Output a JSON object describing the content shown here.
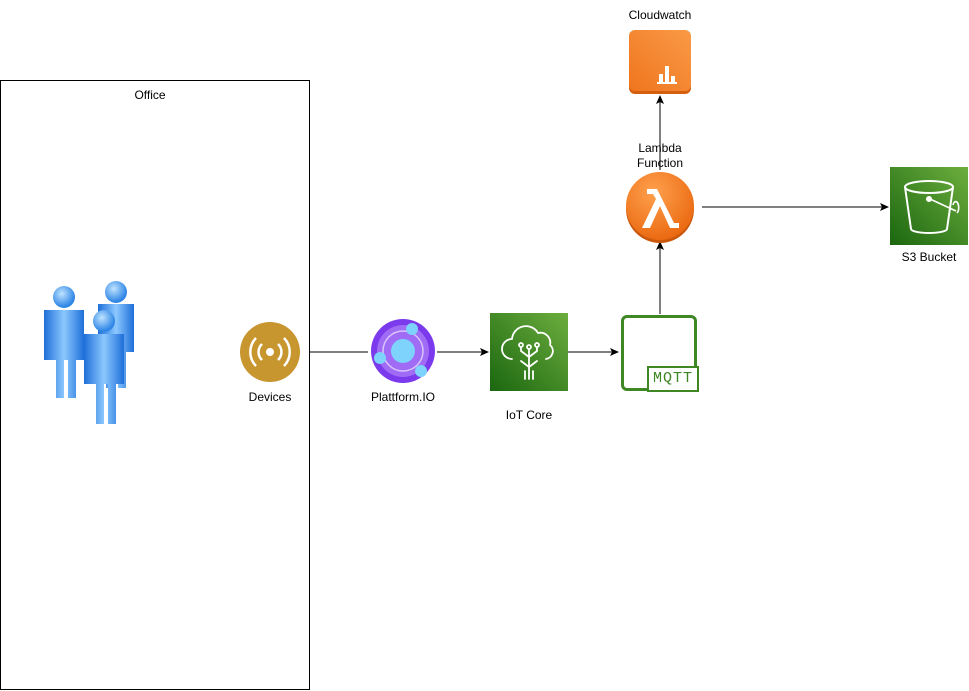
{
  "diagram": {
    "office": {
      "label": "Office"
    },
    "users": {
      "icon": "users-group-icon"
    },
    "devices": {
      "label": "Devices",
      "icon": "radio-signal-icon",
      "color": "#C8962E"
    },
    "platformio": {
      "label": "Plattform.IO",
      "icon": "platformio-icon",
      "color": "#8B5CF6"
    },
    "iot_core": {
      "label": "IoT Core",
      "icon": "iot-core-icon",
      "color": "#3F8624"
    },
    "mqtt": {
      "label": "MQTT",
      "icon": "mqtt-icon",
      "color": "#3F8624"
    },
    "lambda": {
      "label_line1": "Lambda",
      "label_line2": "Function",
      "icon": "lambda-icon",
      "color": "#ED7100"
    },
    "cloudwatch": {
      "label": "Cloudwatch",
      "icon": "cloudwatch-icon",
      "color": "#ED7100"
    },
    "s3": {
      "label": "S3 Bucket",
      "icon": "s3-bucket-icon",
      "color": "#3F8624"
    }
  }
}
